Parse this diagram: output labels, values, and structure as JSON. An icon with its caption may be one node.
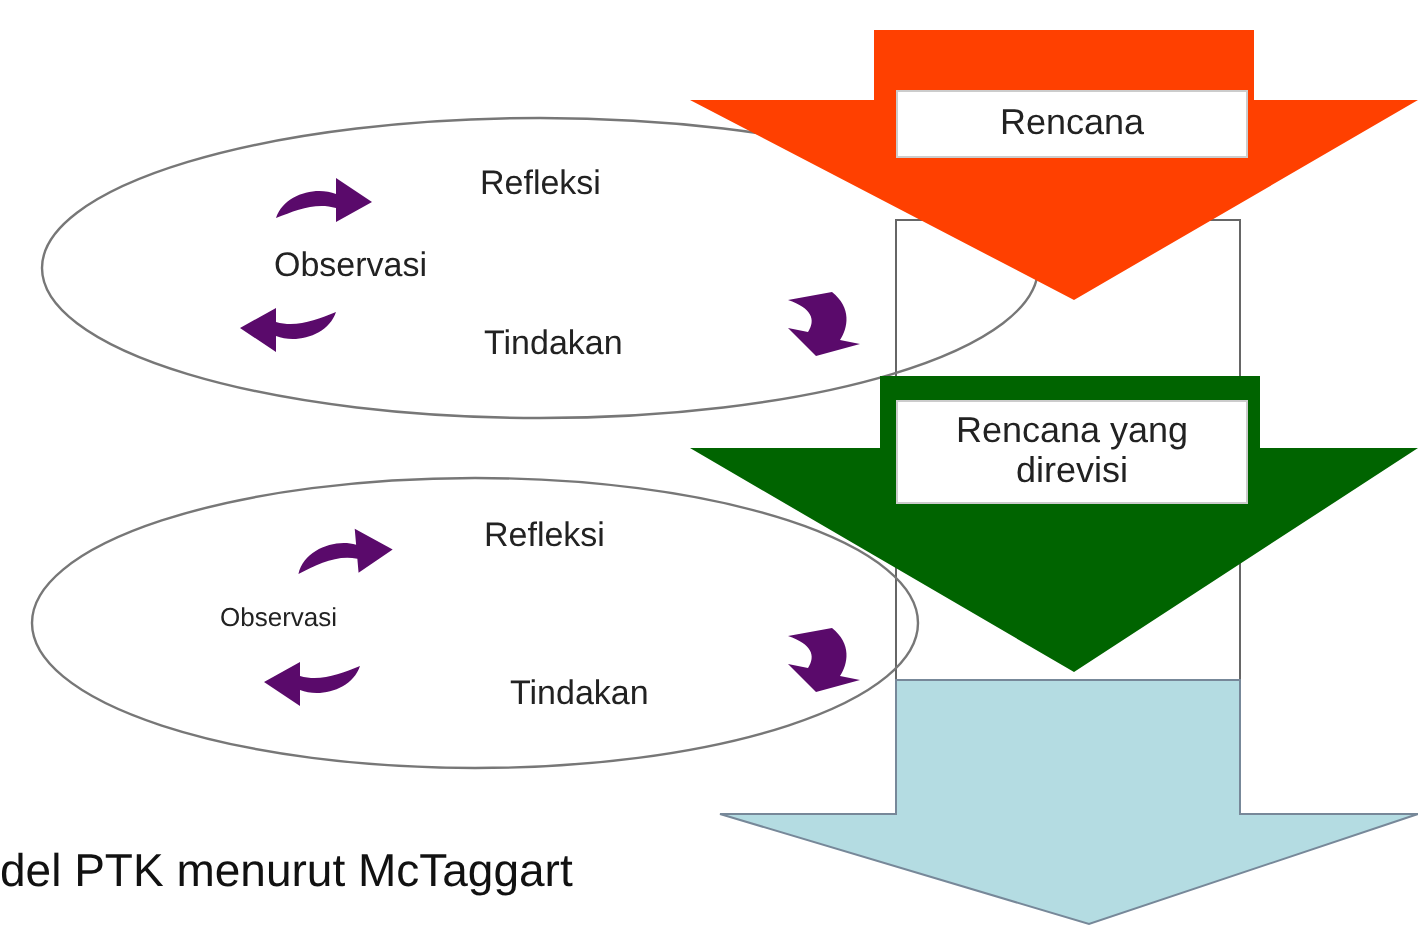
{
  "diagram": {
    "caption": "del PTK menurut McTaggart",
    "nodes": [
      {
        "text": [
          "Rencana"
        ]
      },
      {
        "text": [
          "Refleksi",
          "Observasi",
          "Tindakan"
        ]
      },
      {
        "text": [
          "Rencana yang direvisi"
        ]
      },
      {
        "text": [
          "Refleksi",
          "Observasi",
          "Tindakan"
        ]
      },
      {
        "text": [],
        "shape": "arrow"
      }
    ]
  }
}
